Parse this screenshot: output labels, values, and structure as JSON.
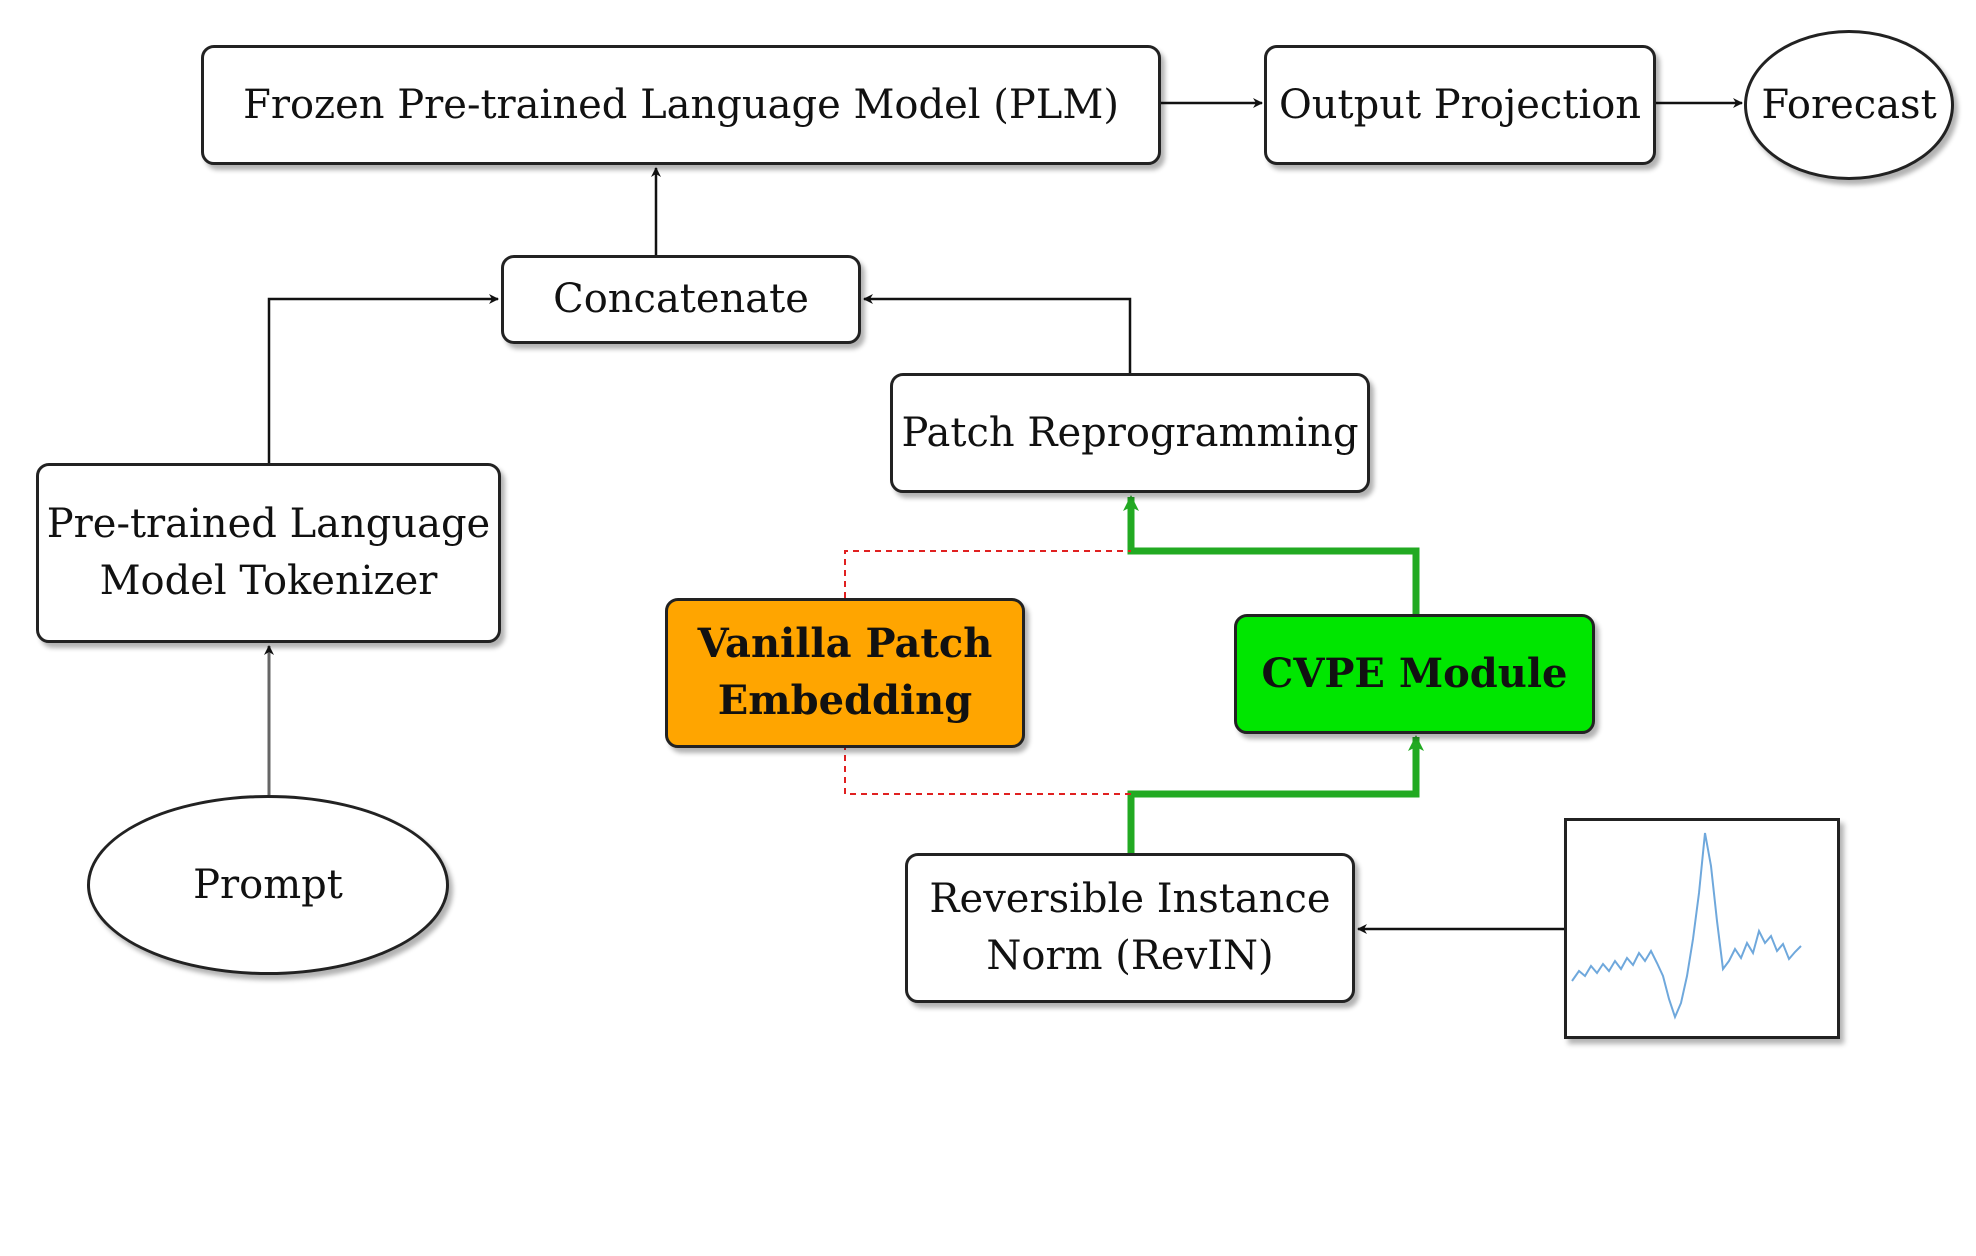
{
  "nodes": {
    "plm": "Frozen Pre-trained Language Model (PLM)",
    "output_projection": "Output Projection",
    "forecast": "Forecast",
    "concatenate": "Concatenate",
    "patch_reprogramming": "Patch Reprogramming",
    "tokenizer": "Pre-trained Language\nModel Tokenizer",
    "vanilla_patch_embedding": "Vanilla Patch\nEmbedding",
    "cvpe_module": "CVPE Module",
    "prompt": "Prompt",
    "revin": "Reversible Instance\nNorm (RevIN)"
  },
  "colors": {
    "vanilla_fill": "#FFA500",
    "cvpe_fill": "#00E600",
    "green_path": "#22AA22",
    "red_dashed": "#E02020",
    "series_line": "#6FA8DC"
  },
  "icons": {
    "series_thumbnail": "time-series-plot-icon"
  }
}
